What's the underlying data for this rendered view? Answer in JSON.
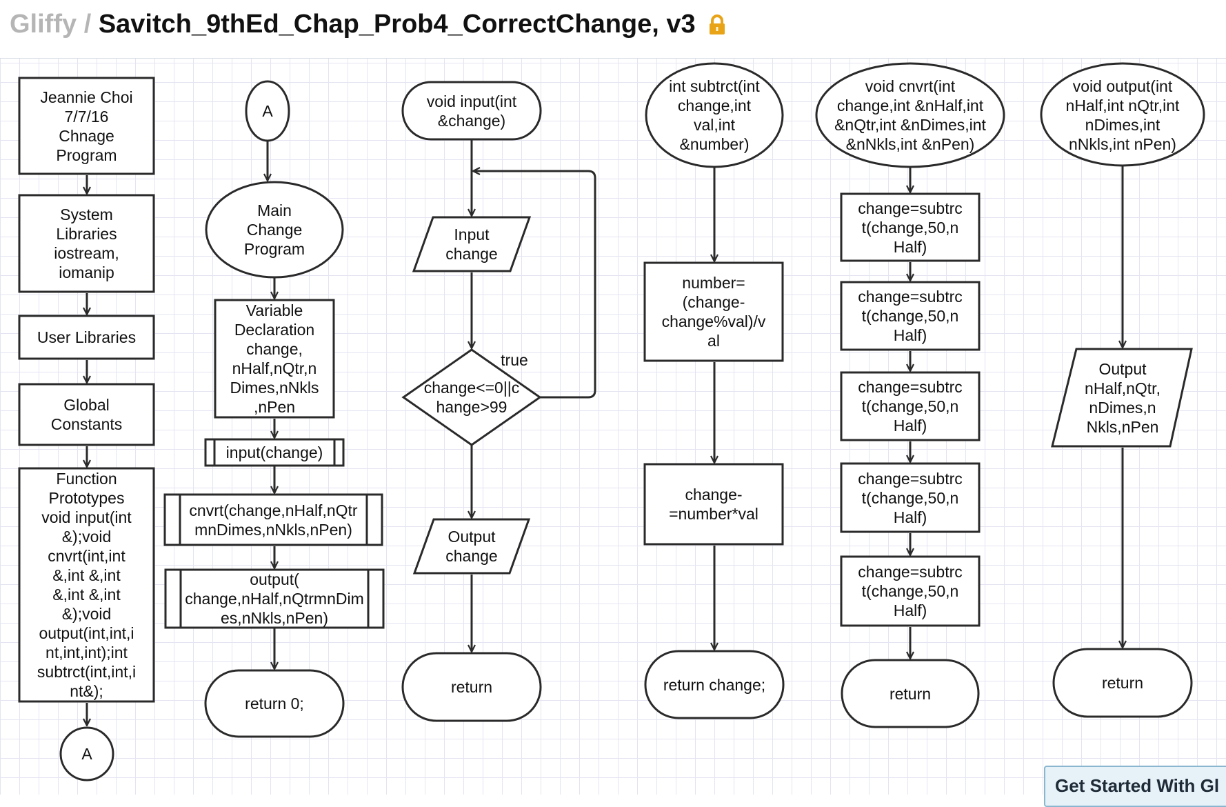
{
  "header": {
    "brand": "Gliffy",
    "separator": "/",
    "document_title": "Savitch_9thEd_Chap_Prob4_CorrectChange, v3",
    "lock_icon": "lock-icon",
    "lock_color": "#e8a317"
  },
  "cta": {
    "label": "Get Started With Gl"
  },
  "diagram": {
    "column1": {
      "header_box": "Jeannie Choi\n7/7/16\nChnage\nProgram",
      "libraries": "System\nLibraries\niostream,\niomanip",
      "user_libraries": "User Libraries",
      "constants": "Global\nConstants",
      "prototypes": "Function\nPrototypes\nvoid input(int\n&);void\ncnvrt(int,int\n&,int &,int\n&,int &,int\n&);void\noutput(int,int,i\nnt,int,int);int\nsubtrct(int,int,i\nnt&);",
      "connector": "A"
    },
    "column2": {
      "connector": "A",
      "start": "Main\nChange\nProgram",
      "declarations": "Variable\nDeclaration\nchange,\nnHalf,nQtr,n\nDimes,nNkls\n,nPen",
      "call_input": "input(change)",
      "call_cnvrt": "cnvrt(change,nHalf,nQtr\nmnDimes,nNkls,nPen)",
      "call_output": "output(\nchange,nHalf,nQtrmnDim\nes,nNkls,nPen)",
      "end": "return 0;"
    },
    "column3": {
      "start": "void input(int\n&change)",
      "input": "Input\nchange",
      "decision": "change<=0||c\nhange>99",
      "decision_true": "true",
      "output": "Output\nchange",
      "end": "return"
    },
    "column4": {
      "start": "int subtrct(int\nchange,int\nval,int\n&number)",
      "process1": "number=\n(change-\nchange%val)/v\nal",
      "process2": "change-\n=number*val",
      "end": "return change;"
    },
    "column5": {
      "start": "void cnvrt(int\nchange,int &nHalf,int\n&nQtr,int &nDimes,int\n&nNkls,int &nPen)",
      "steps": [
        "change=subtrc\nt(change,50,n\nHalf)",
        "change=subtrc\nt(change,50,n\nHalf)",
        "change=subtrc\nt(change,50,n\nHalf)",
        "change=subtrc\nt(change,50,n\nHalf)",
        "change=subtrc\nt(change,50,n\nHalf)"
      ],
      "end": "return"
    },
    "column6": {
      "start": "void output(int\nnHalf,int nQtr,int\nnDimes,int\nnNkls,int nPen)",
      "output": "Output\nnHalf,nQtr,\nnDimes,n\nNkls,nPen",
      "end": "return"
    }
  }
}
